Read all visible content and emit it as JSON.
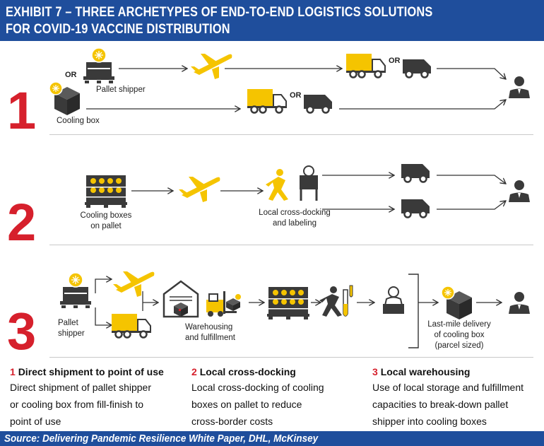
{
  "header": {
    "title_line1": "EXHIBIT 7 – THREE ARCHETYPES OF END-TO-END LOGISTICS SOLUTIONS",
    "title_line2": "FOR COVID-19 VACCINE DISTRIBUTION"
  },
  "colors": {
    "header_bg": "#1f4e9c",
    "accent_red": "#d6202c",
    "accent_yellow": "#f5c400",
    "icon_dark": "#3a3a3a"
  },
  "row1": {
    "number": "1",
    "or_top": "OR",
    "pallet_shipper": "Pallet shipper",
    "cooling_box": "Cooling box",
    "or_truck_top": "OR",
    "or_truck_bottom": "OR"
  },
  "row2": {
    "number": "2",
    "cooling_boxes_l1": "Cooling boxes",
    "cooling_boxes_l2": "on pallet",
    "cross_dock_l1": "Local cross-docking",
    "cross_dock_l2": "and labeling"
  },
  "row3": {
    "number": "3",
    "pallet_l1": "Pallet",
    "pallet_l2": "shipper",
    "warehousing_l1": "Warehousing",
    "warehousing_l2": "and fulfillment",
    "lastmile_l1": "Last-mile delivery",
    "lastmile_l2": "of cooling box",
    "lastmile_l3": "(parcel sized)"
  },
  "descriptions": [
    {
      "num": "1",
      "title": "Direct shipment to point of use",
      "lines": [
        "Direct shipment of pallet shipper",
        "or cooling box from fill-finish to",
        "point of use"
      ]
    },
    {
      "num": "2",
      "title": "Local cross-docking",
      "lines": [
        "Local cross-docking of cooling",
        "boxes on pallet to reduce",
        "cross-border costs"
      ]
    },
    {
      "num": "3",
      "title": "Local warehousing",
      "lines": [
        "Use of local storage and fulfillment",
        "capacities to break-down pallet",
        "shipper into cooling boxes"
      ]
    }
  ],
  "icons": [
    "pallet-shipper-icon",
    "cooling-box-icon",
    "airplane-icon",
    "truck-icon",
    "van-icon",
    "person-icon",
    "pallet-boxes-icon",
    "worker-carrying-icon",
    "warehouse-icon",
    "forklift-icon",
    "scientist-icon",
    "box-handler-icon"
  ],
  "footer": {
    "source": "Source: Delivering Pandemic Resilience White Paper, DHL, McKinsey"
  }
}
